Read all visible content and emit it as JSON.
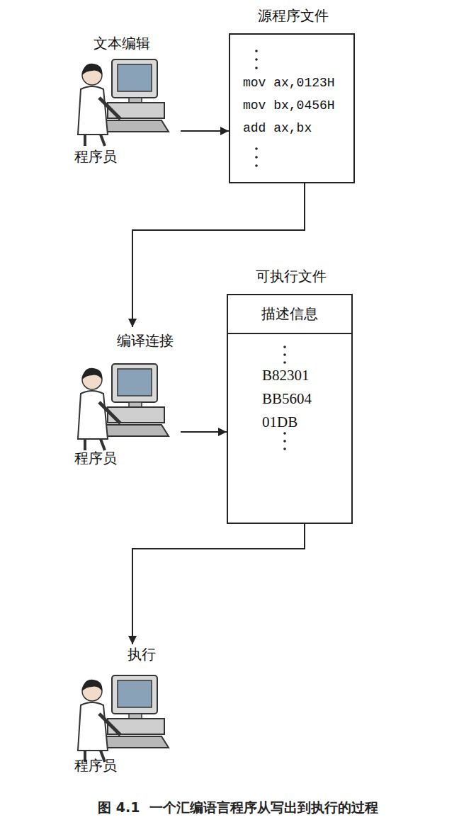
{
  "diagram": {
    "caption": "图 4.1  一个汇编语言程序从写出到执行的过程",
    "nodes": [
      {
        "text": [
          "文本编辑",
          "程序员"
        ]
      },
      {
        "text": [
          "源程序文件",
          "mov ax,0123H",
          "mov bx,0456H",
          "add ax,bx"
        ]
      },
      {
        "text": [
          "编译连接",
          "程序员"
        ]
      },
      {
        "text": [
          "可执行文件",
          "B82301",
          "BB5604",
          "01DB"
        ]
      },
      {
        "text": [
          "描述信息"
        ],
        "in": 3
      },
      {
        "text": [
          "执行",
          "程序员"
        ]
      }
    ],
    "edges": [
      {
        "from": 0,
        "to": 1,
        "arrow": "to"
      },
      {
        "from": 1,
        "to": 2,
        "arrow": "to"
      },
      {
        "from": 2,
        "to": 3,
        "arrow": "to"
      },
      {
        "from": 3,
        "to": 5,
        "arrow": "to"
      }
    ]
  }
}
